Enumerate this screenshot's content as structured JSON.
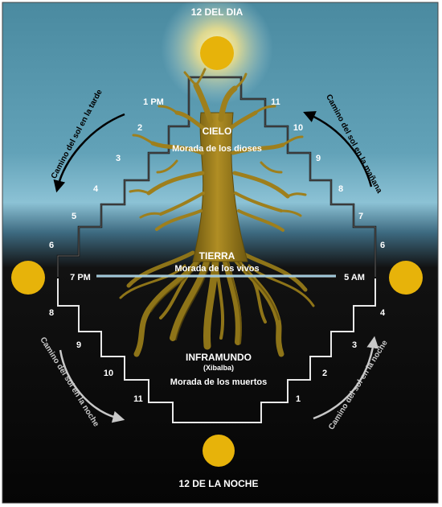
{
  "top_label": "12 DEL DIA",
  "bottom_label": "12 DE LA NOCHE",
  "sky": {
    "title": "CIELO",
    "subtitle": "Morada de los dioses"
  },
  "earth": {
    "title": "TIERRA",
    "subtitle": "Morada de los vivos"
  },
  "underworld": {
    "title": "INFRAMUNDO",
    "alt_name": "(Xibalba)",
    "subtitle": "Morada de los muertos"
  },
  "horizon": {
    "left": "7 PM",
    "right": "5 AM"
  },
  "hours_left": [
    "1 PM",
    "2",
    "3",
    "4",
    "5",
    "6",
    "8",
    "9",
    "10",
    "11"
  ],
  "hours_right": [
    "11",
    "10",
    "9",
    "8",
    "7",
    "6",
    "4",
    "3",
    "2",
    "1"
  ],
  "arrows": {
    "afternoon": "Camino del sol en la tarde",
    "morning": "Camino del sol en la mañana",
    "night_left": "Camino del sol en la noche",
    "night_right": "Camino del sol en la noche"
  },
  "colors": {
    "sky_top": "#4e8fa4",
    "sky_bottom": "#a9d3e2",
    "night": "#0b0b0b",
    "sun": "#e7b30a",
    "tree": "#9e7f1c",
    "tree_dark": "#5f4c0c",
    "horizon_line": "#cde8f4"
  }
}
